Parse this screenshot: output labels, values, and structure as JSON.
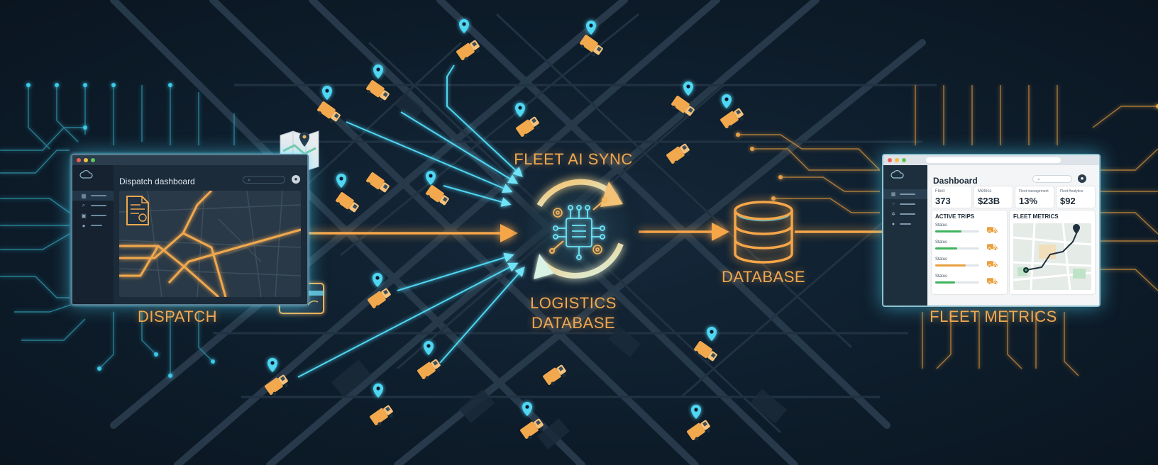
{
  "labels": {
    "dispatch": "DISPATCH",
    "sync_title": "FLEET AI SYNC",
    "logistics_line1": "LOGISTICS",
    "logistics_line2": "DATABASE",
    "database": "DATABASE",
    "fleet_metrics": "FLEET METRICS"
  },
  "dispatch_window": {
    "title": "Dispatch dashboard",
    "search_icon": "search-icon",
    "avatar_icon": "user-avatar-icon",
    "sidebar_icons": [
      "grid-icon",
      "route-icon",
      "truck-icon",
      "user-icon"
    ]
  },
  "metrics_window": {
    "title": "Dashboard",
    "kpis": [
      {
        "label": "Fleet",
        "value": "373"
      },
      {
        "label": "Metrics",
        "value": "$23B"
      },
      {
        "label": "Fleet management",
        "value": "13%"
      },
      {
        "label": "Fleet Analytics",
        "value": "$92"
      }
    ],
    "active_trips": {
      "heading": "ACTIVE TRIPS",
      "rows": [
        {
          "label": "Status",
          "progress": 0.6,
          "color": "#3fb25e"
        },
        {
          "label": "Status",
          "progress": 0.5,
          "color": "#3fb25e"
        },
        {
          "label": "Status",
          "progress": 0.7,
          "color": "#e8a13f"
        },
        {
          "label": "Status",
          "progress": 0.45,
          "color": "#3fb25e"
        }
      ]
    },
    "fleet_metrics_card": {
      "heading": "FLEET METRICS"
    }
  },
  "colors": {
    "accent_orange": "#f5a64a",
    "accent_cyan": "#4fd6f2",
    "background": "#0f1f2e"
  }
}
